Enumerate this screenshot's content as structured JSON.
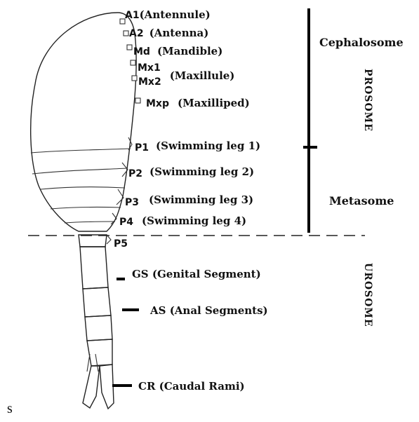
{
  "appendage_labels": [
    {
      "code": "A1",
      "name": "(Antennule)"
    },
    {
      "code": "A2",
      "name": "(Antenna)"
    },
    {
      "code": "Md",
      "name": "(Mandible)"
    },
    {
      "code": "Mx1",
      "name": ""
    },
    {
      "code": "Mx2",
      "name": "(Maxillule)"
    },
    {
      "code": "Mxp",
      "name": "(Maxilliped)"
    },
    {
      "code": "P1",
      "name": "(Swimming leg 1)"
    },
    {
      "code": "P2",
      "name": "(Swimming leg 2)"
    },
    {
      "code": "P3",
      "name": "(Swimming leg 3)"
    },
    {
      "code": "P4",
      "name": "(Swimming leg 4)"
    },
    {
      "code": "P5",
      "name": ""
    }
  ],
  "urosome_labels": {
    "gs": "GS (Genital Segment)",
    "as": "AS (Anal Segments)",
    "cr": "CR (Caudal Rami)"
  },
  "regions": {
    "cephalosome": "Cephalosome",
    "metasome": "Metasome",
    "prosome": "PROSOME",
    "urosome": "UROSOME"
  },
  "stray_char": "s"
}
